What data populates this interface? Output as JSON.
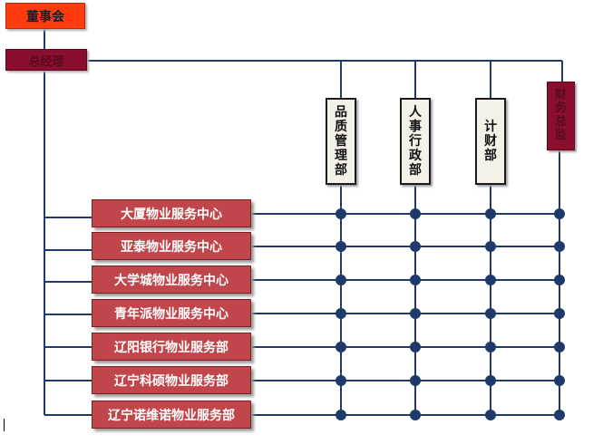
{
  "board": {
    "label": "董事会"
  },
  "general_manager": {
    "label": "总经理"
  },
  "departments": [
    {
      "label": "品质管理部"
    },
    {
      "label": "人事行政部"
    },
    {
      "label": "计财部"
    }
  ],
  "finance_director": {
    "label": "财务总监"
  },
  "service_centers": [
    {
      "label": "大厦物业服务中心"
    },
    {
      "label": "亚泰物业服务中心"
    },
    {
      "label": "大学城物业服务中心"
    },
    {
      "label": "青年派物业服务中心"
    },
    {
      "label": "辽阳银行物业服务部"
    },
    {
      "label": "辽宁科硕物业服务部"
    },
    {
      "label": "辽宁诺维诺物业服务部"
    }
  ],
  "colors": {
    "line": "#1f3a6a",
    "node": "#1f3a6a",
    "board": "#ff3c0f",
    "general_manager": "#8a0f2e",
    "service_center": "#c0464b",
    "department_fill": "#f4f1e8"
  }
}
